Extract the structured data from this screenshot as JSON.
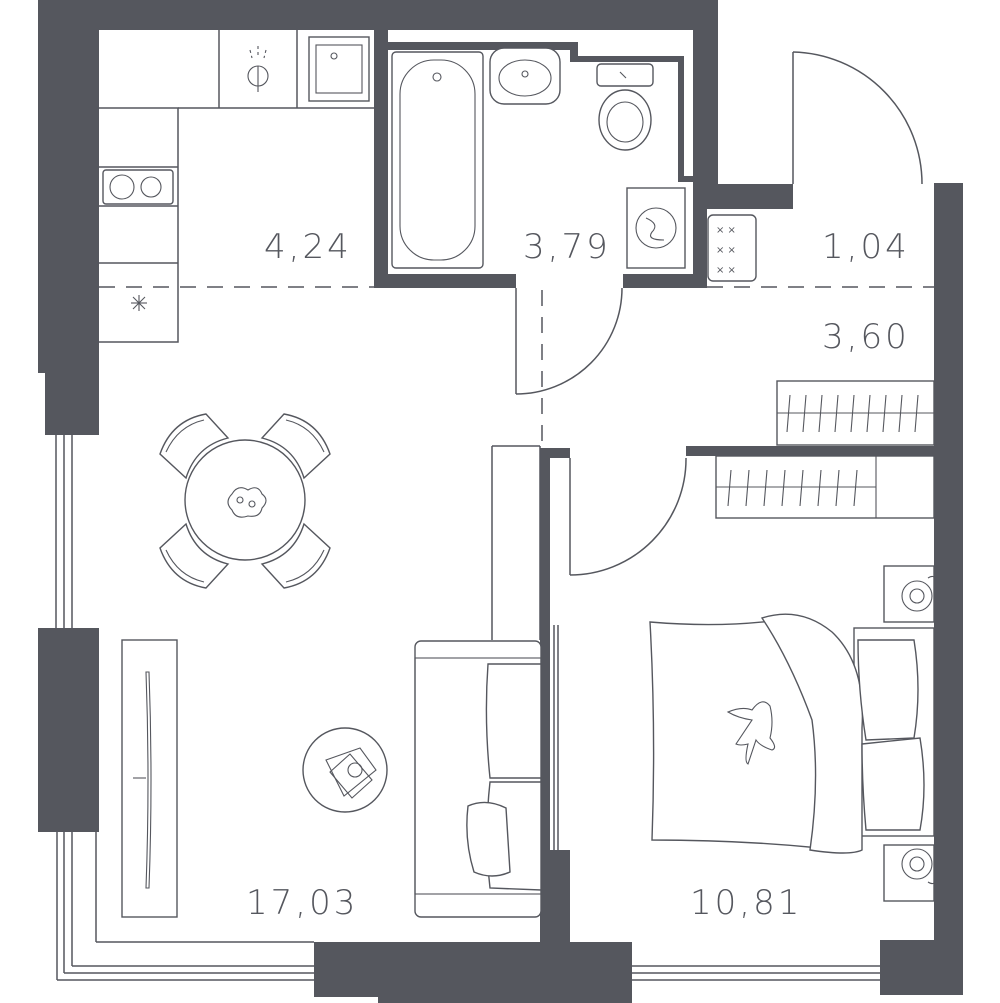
{
  "floor_plan": {
    "rooms": [
      {
        "id": "kitchen",
        "area": "4,24"
      },
      {
        "id": "bathroom",
        "area": "3,79"
      },
      {
        "id": "storage",
        "area": "1,04"
      },
      {
        "id": "hallway",
        "area": "3,60"
      },
      {
        "id": "living-room",
        "area": "17,03"
      },
      {
        "id": "bedroom",
        "area": "10,81"
      }
    ]
  },
  "colors": {
    "wall": "#55575e",
    "background": "#ffffff"
  }
}
